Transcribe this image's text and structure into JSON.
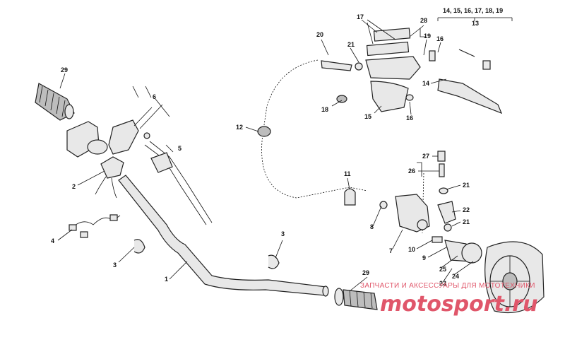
{
  "diagram": {
    "callouts": [
      {
        "id": "c29a",
        "text": "29"
      },
      {
        "id": "c6",
        "text": "6"
      },
      {
        "id": "c5",
        "text": "5"
      },
      {
        "id": "c2",
        "text": "2"
      },
      {
        "id": "c4",
        "text": "4"
      },
      {
        "id": "c3a",
        "text": "3"
      },
      {
        "id": "c3b",
        "text": "3"
      },
      {
        "id": "c1",
        "text": "1"
      },
      {
        "id": "c29b",
        "text": "29"
      },
      {
        "id": "c12",
        "text": "12"
      },
      {
        "id": "c11",
        "text": "11"
      },
      {
        "id": "c8",
        "text": "8"
      },
      {
        "id": "c7",
        "text": "7"
      },
      {
        "id": "c17",
        "text": "17"
      },
      {
        "id": "c28",
        "text": "28"
      },
      {
        "id": "c20",
        "text": "20"
      },
      {
        "id": "c21a",
        "text": "21"
      },
      {
        "id": "c19",
        "text": "19"
      },
      {
        "id": "c16a",
        "text": "16"
      },
      {
        "id": "c14",
        "text": "14"
      },
      {
        "id": "c18",
        "text": "18"
      },
      {
        "id": "c15",
        "text": "15"
      },
      {
        "id": "c16b",
        "text": "16"
      },
      {
        "id": "c27",
        "text": "27"
      },
      {
        "id": "c26",
        "text": "26"
      },
      {
        "id": "c21b",
        "text": "21"
      },
      {
        "id": "c22",
        "text": "22"
      },
      {
        "id": "c21c",
        "text": "21"
      },
      {
        "id": "c10",
        "text": "10"
      },
      {
        "id": "c9",
        "text": "9"
      },
      {
        "id": "c25",
        "text": "25"
      },
      {
        "id": "c24",
        "text": "24"
      },
      {
        "id": "c23",
        "text": "23"
      }
    ],
    "group_label": {
      "members": "14, 15, 16, 17, 18, 19",
      "parent": "13"
    }
  },
  "watermark": {
    "line1": "ЗАПЧАСТИ И АКСЕССУАРЫ ДЛЯ МОТОТЕХНИКИ",
    "brand": "motosport.ru"
  },
  "colors": {
    "ink": "#111111",
    "part_fill": "#e8e8e8",
    "watermark": "#e0566a"
  }
}
